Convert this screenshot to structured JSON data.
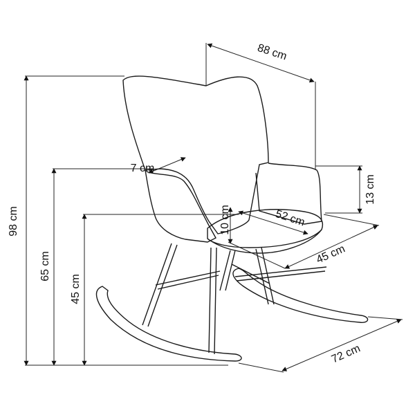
{
  "dimensions": {
    "width_total": "88 cm",
    "height_total": "98 cm",
    "height_armrest": "65 cm",
    "height_seat": "45 cm",
    "armrest_height": "13 cm",
    "back_thickness": "7 cm",
    "seat_thickness": "10 cm",
    "seat_width": "52 cm",
    "seat_depth": "45 cm",
    "base_length": "72 cm"
  }
}
